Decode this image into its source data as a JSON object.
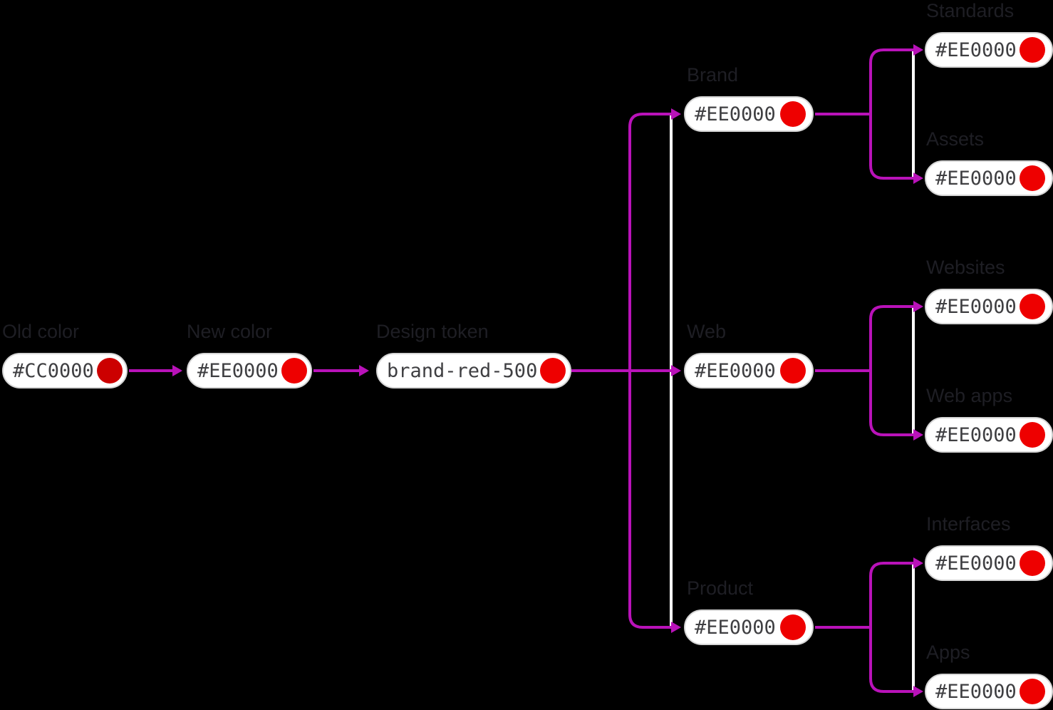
{
  "colors": {
    "bg": "#000000",
    "magenta": "#B912B9",
    "rail": "#FFFFFF",
    "pill-bg": "#FFFFFF",
    "pill-border": "#D5D5D5",
    "pill-text": "#3F3F42",
    "label": "#1E1E24"
  },
  "flow": {
    "old": {
      "label": "Old color",
      "value": "#CC0000",
      "dot_color": "#CC0000"
    },
    "new": {
      "label": "New color",
      "value": "#EE0000",
      "dot_color": "#EE0000"
    },
    "token": {
      "label": "Design token",
      "value": "brand-red-500",
      "dot_color": "#EE0000"
    },
    "branches": [
      {
        "label": "Brand",
        "value": "#EE0000",
        "dot_color": "#EE0000",
        "children": [
          {
            "label": "Standards",
            "value": "#EE0000",
            "dot_color": "#EE0000"
          },
          {
            "label": "Assets",
            "value": "#EE0000",
            "dot_color": "#EE0000"
          }
        ]
      },
      {
        "label": "Web",
        "value": "#EE0000",
        "dot_color": "#EE0000",
        "children": [
          {
            "label": "Websites",
            "value": "#EE0000",
            "dot_color": "#EE0000"
          },
          {
            "label": "Web apps",
            "value": "#EE0000",
            "dot_color": "#EE0000"
          }
        ]
      },
      {
        "label": "Product",
        "value": "#EE0000",
        "dot_color": "#EE0000",
        "children": [
          {
            "label": "Interfaces",
            "value": "#EE0000",
            "dot_color": "#EE0000"
          },
          {
            "label": "Apps",
            "value": "#EE0000",
            "dot_color": "#EE0000"
          }
        ]
      }
    ]
  }
}
